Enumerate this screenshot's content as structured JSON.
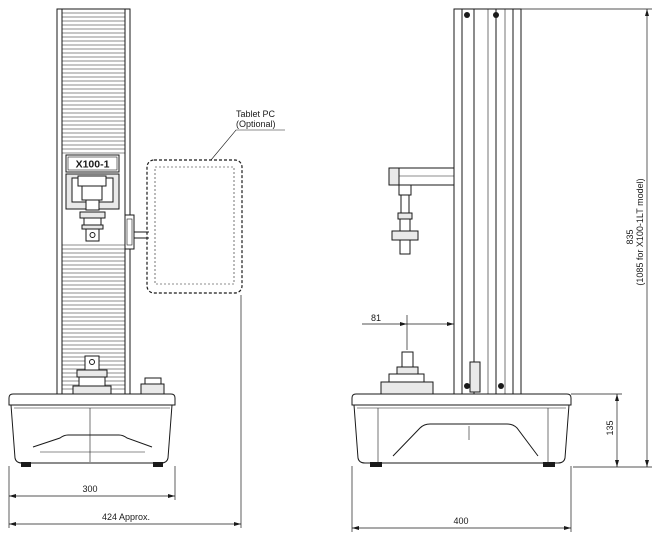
{
  "front_view": {
    "model_label": "X100-1",
    "tablet_label_line1": "Tablet PC",
    "tablet_label_line2": "(Optional)",
    "dim_base_width": "300",
    "dim_overall_width": "424 Approx."
  },
  "side_view": {
    "dim_height_line1": "835",
    "dim_height_line2": "(1085 for X100-1LT model)",
    "dim_offset": "81",
    "dim_base_height": "135",
    "dim_depth": "400"
  }
}
